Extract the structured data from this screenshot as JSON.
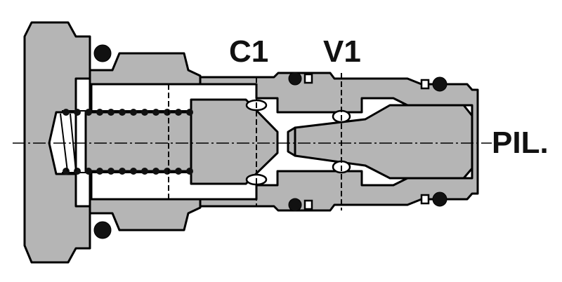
{
  "labels": {
    "c1": "C1",
    "v1": "V1",
    "pil": "PIL."
  },
  "colors": {
    "body_fill": "#b5b5b5",
    "outline": "#000000",
    "seal": "#111111",
    "background": "#ffffff"
  }
}
